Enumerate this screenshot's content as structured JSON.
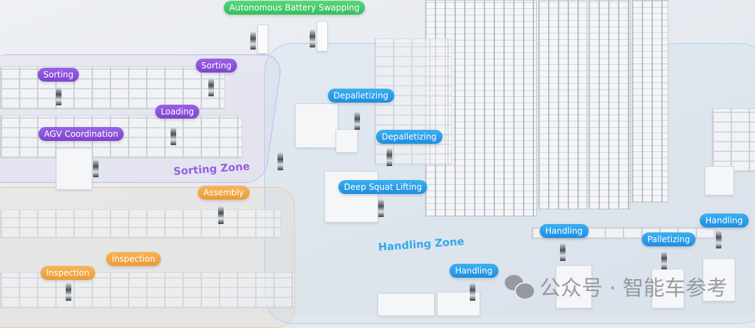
{
  "labels": {
    "battery_swapping": "Autonomous Battery Swapping",
    "sorting_1": "Sorting",
    "sorting_2": "Sorting",
    "loading": "Loading",
    "agv_coordination": "AGV Coordination",
    "depalletizing_1": "Depalletizing",
    "depalletizing_2": "Depalletizing",
    "deep_squat_lifting": "Deep Squat Lifting",
    "assembly": "Assembly",
    "inspection_1": "Inspection",
    "inspection_2": "Inspection",
    "handling_1": "Handling",
    "handling_2": "Handling",
    "handling_3": "Handling",
    "palletizing": "Palletizing"
  },
  "zones": {
    "sorting": "Sorting Zone",
    "handling": "Handling Zone"
  },
  "watermark": "公众号 · 智能车参考",
  "colors": {
    "sorting": "#8b4fd6",
    "handling": "#2a9be8",
    "assembly": "#f0a040",
    "battery": "#3ec96a"
  }
}
